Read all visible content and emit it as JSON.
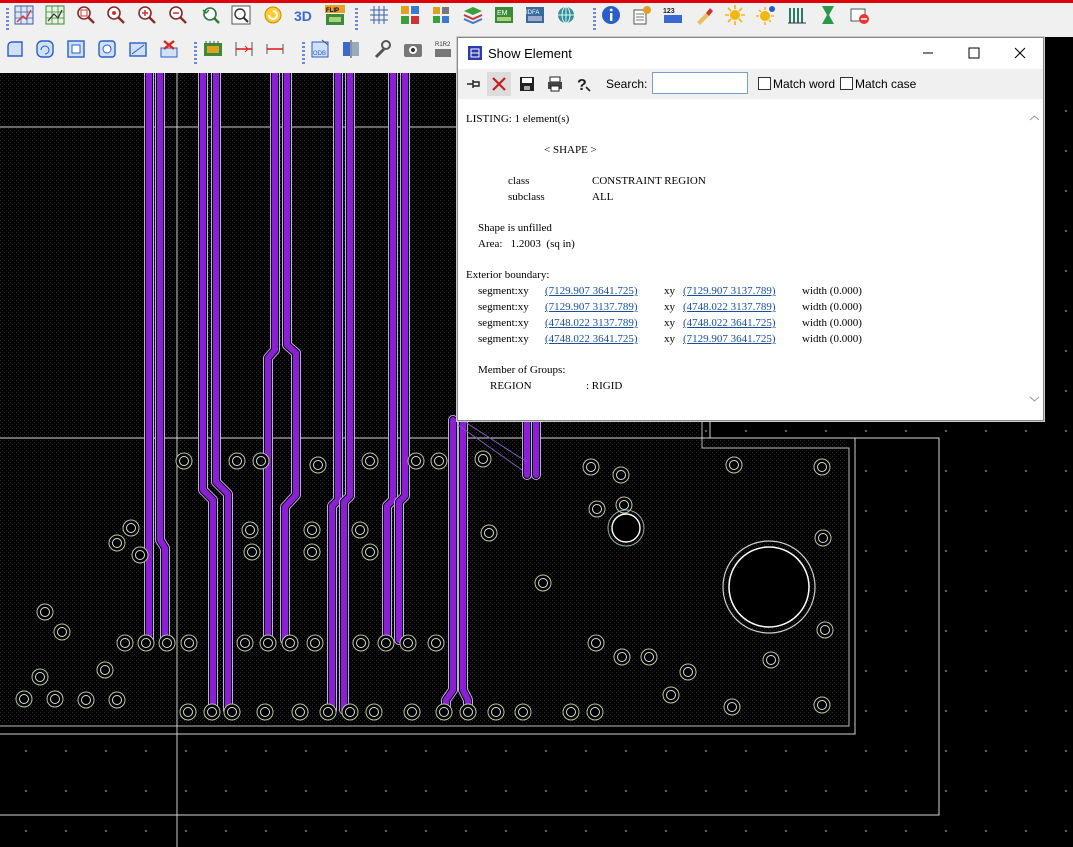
{
  "toolbar_top": {
    "icons": [
      "grid-view-icon",
      "grid-green-icon",
      "zoom-fit-icon",
      "zoom-points-icon",
      "zoom-in-icon",
      "zoom-out-icon",
      "zoom-previous-icon",
      "zoom-world-icon",
      "redraw-icon",
      "3d-view-icon",
      "flip-board-icon",
      "grid-toggle-icon",
      "color-icon",
      "layers-icon",
      "shadow-icon",
      "em-icon",
      "idfa-icon",
      "globe-icon",
      "info-icon",
      "measure-icon",
      "123-number-icon",
      "highlight-icon",
      "unhighlight-icon",
      "sun-icon",
      "rats-icon",
      "ratsnest-icon",
      "drc-icon"
    ]
  },
  "toolbar_bottom": {
    "icons": [
      "shape-icon",
      "shape-circle-icon",
      "rectangle-icon",
      "round-rect-icon",
      "shape-edit-icon",
      "delete-shape-icon",
      "component-icon",
      "dimension-icon",
      "dimension-linear-icon",
      "odb-icon",
      "mirror-icon",
      "wrench-icon",
      "camera-icon",
      "refdes-icon"
    ],
    "flip_label": "FLIP",
    "em_label": "EM",
    "idfa_label": "IDFA",
    "three_d_label": "3D",
    "num_label": "123",
    "odb_label": "ODB",
    "refdes_label": "R1R2"
  },
  "dialog": {
    "title": "Show Element",
    "search_label": "Search:",
    "search_value": "",
    "match_word_label": "Match word",
    "match_case_label": "Match case",
    "match_word_checked": false,
    "match_case_checked": false,
    "listing": {
      "header": "LISTING: 1 element(s)",
      "shape_heading": "< SHAPE >",
      "class_key": "class",
      "class_value": "CONSTRAINT REGION",
      "subclass_key": "subclass",
      "subclass_value": "ALL",
      "fill_line": "Shape is unfilled",
      "area_line": "Area:   1.2003  (sq in)",
      "boundary_heading": "Exterior boundary:",
      "segments": [
        {
          "from": "(7129.907 3641.725)",
          "to": "(7129.907 3137.789)",
          "width": "width (0.000)"
        },
        {
          "from": "(7129.907 3137.789)",
          "to": "(4748.022 3137.789)",
          "width": "width (0.000)"
        },
        {
          "from": "(4748.022 3137.789)",
          "to": "(4748.022 3641.725)",
          "width": "width (0.000)"
        },
        {
          "from": "(4748.022 3641.725)",
          "to": "(7129.907 3641.725)",
          "width": "width (0.000)"
        }
      ],
      "segment_prefix": "segment:xy",
      "xy_label": "xy",
      "groups_heading": "Member of Groups:",
      "group_name": "REGION",
      "group_value": ": RIGID"
    }
  },
  "colors": {
    "trace": "#8a1fd6",
    "trace_outline": "#c9a6f0",
    "via": "#b9c8a0",
    "outline": "#cfcfcf",
    "highlight_red": "#e00000"
  }
}
